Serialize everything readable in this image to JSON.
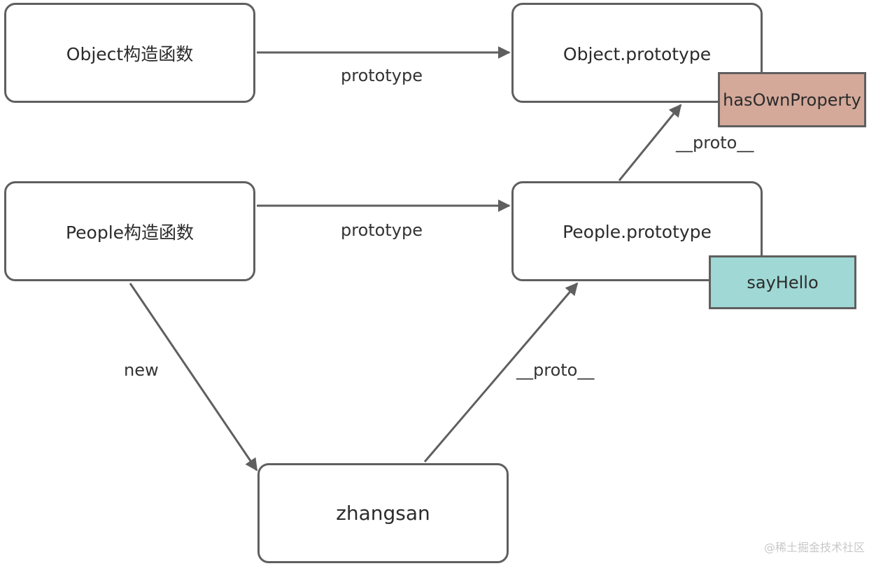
{
  "nodes": {
    "object_constructor": "Object构造函数",
    "object_prototype": "Object.prototype",
    "people_constructor": "People构造函数",
    "people_prototype": "People.prototype",
    "zhangsan": "zhangsan"
  },
  "methods": {
    "has_own_property": "hasOwnProperty",
    "say_hello": "sayHello"
  },
  "edge_labels": {
    "object_prototype": "prototype",
    "people_prototype": "prototype",
    "people_proto": "__proto__",
    "new": "new",
    "zhangsan_proto": "__proto__"
  },
  "colors": {
    "has_own_property_fill": "#d4a99a",
    "say_hello_fill": "#9fd8d4",
    "stroke": "#5f5f5f"
  },
  "watermark": "@稀土掘金技术社区"
}
